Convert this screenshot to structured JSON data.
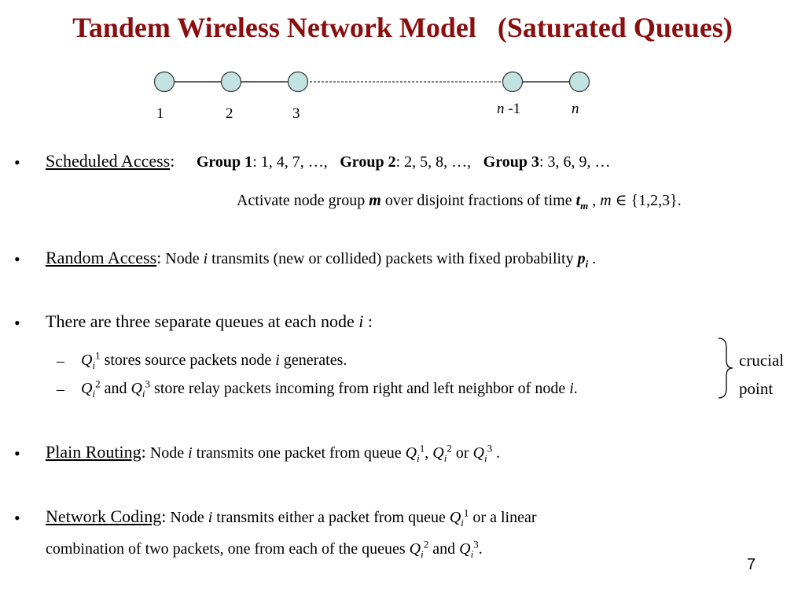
{
  "title": "Tandem Wireless Network Model   (Saturated Queues)",
  "network": {
    "nodes": [
      "1",
      "2",
      "3",
      "n",
      "n"
    ],
    "node_suffixes": [
      "",
      "",
      "",
      " -1",
      ""
    ]
  },
  "scheduled": {
    "heading": "Scheduled Access",
    "colon": ":",
    "group1_label": "Group 1",
    "group1_values": ": 1, 4, 7, …,",
    "group2_label": "Group 2",
    "group2_values": ": 2, 5, 8, …,",
    "group3_label": "Group 3",
    "group3_values": ": 3, 6, 9, …",
    "activate_prefix": "Activate node group ",
    "activate_var": "m",
    "activate_mid": " over disjoint fractions of time ",
    "activate_t": "t",
    "activate_t_sub": "m",
    "activate_sep": " , ",
    "activate_m": "m",
    "activate_set": " ∈ {1,2,3}."
  },
  "random": {
    "heading": "Random Access",
    "colon": ":",
    "text_a": "  Node ",
    "var_i": "i",
    "text_b": " transmits (new or collided) packets with fixed probability ",
    "p": "p",
    "p_sub": "i",
    "end": " ."
  },
  "queues": {
    "text": "There are three separate queues at each node ",
    "var_i": "i",
    "end": " :",
    "item1": {
      "Q": "Q",
      "sub": "i",
      "sup": "1",
      "text": " stores source packets node ",
      "var_i": "i",
      "end": " generates."
    },
    "item2": {
      "Q": "Q",
      "sub": "i",
      "sup": "2",
      "and": " and ",
      "Q2": "Q",
      "sub2": "i",
      "sup2": "3",
      "text": " store relay packets incoming from right and left neighbor of node ",
      "var_i": "i",
      "end": "."
    },
    "note_line1": "crucial",
    "note_line2": "point"
  },
  "plain": {
    "heading": "Plain Routing",
    "colon": ":",
    "text_a": "  Node ",
    "var_i": "i",
    "text_b": " transmits one packet from queue ",
    "q": "Q",
    "q_sub": "i",
    "q_sup1": "1",
    "comma": ", ",
    "q_sup2": "2",
    "or": " or ",
    "q_sup3": "3",
    "end": " ."
  },
  "coding": {
    "heading": "Network Coding",
    "colon": ":",
    "text_a": "  Node ",
    "var_i": "i",
    "text_b": " transmits either a packet from queue ",
    "q": "Q",
    "q_sub": "i",
    "q_sup1": "1",
    "text_c": " or a linear",
    "line2_text": "combination of two packets, one from each of the queues ",
    "q_sup2": "2",
    "and": " and ",
    "q_sup3": "3",
    "end": "."
  },
  "bullet_char": "•",
  "dash_char": "–",
  "page_number": "7",
  "colors": {
    "title": "#8b0e0e",
    "node_fill": "#c3e3e3",
    "node_stroke": "#333333"
  }
}
